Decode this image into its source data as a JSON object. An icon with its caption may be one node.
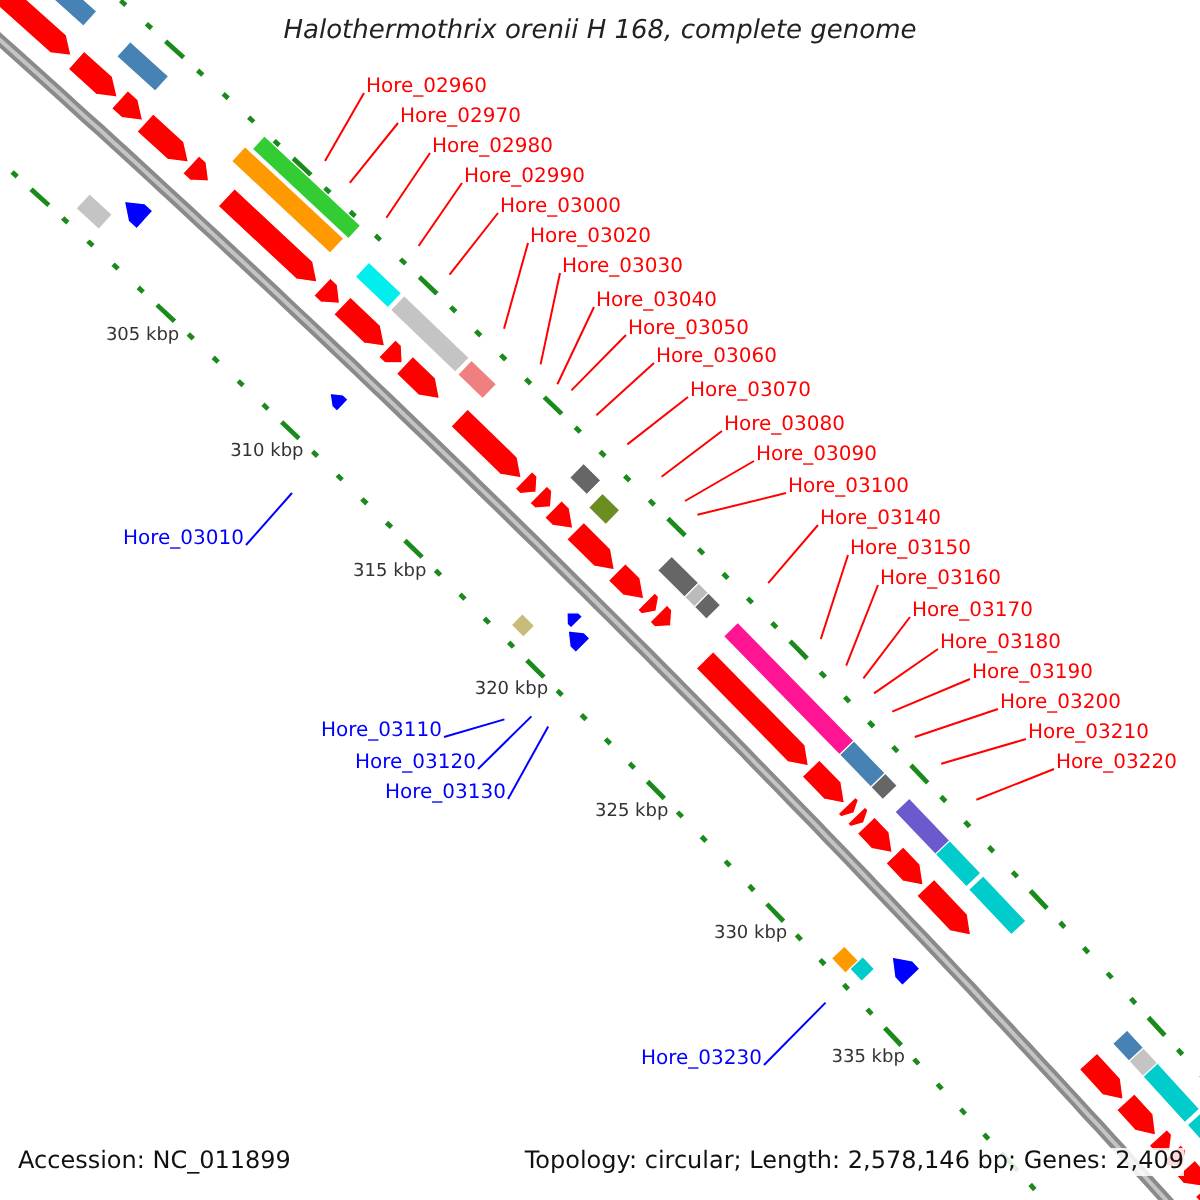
{
  "diagram": {
    "title": "Halothermothrix orenii H 168, complete genome",
    "nodes": [
      {
        "text": [
          "Hore_02960"
        ]
      },
      {
        "text": [
          "Hore_02970"
        ]
      },
      {
        "text": [
          "Hore_02980"
        ]
      },
      {
        "text": [
          "Hore_02990"
        ]
      },
      {
        "text": [
          "Hore_03000"
        ]
      },
      {
        "text": [
          "Hore_03020"
        ]
      },
      {
        "text": [
          "Hore_03030"
        ]
      },
      {
        "text": [
          "Hore_03040"
        ]
      },
      {
        "text": [
          "Hore_03050"
        ]
      },
      {
        "text": [
          "Hore_03060"
        ]
      },
      {
        "text": [
          "Hore_03070"
        ]
      },
      {
        "text": [
          "Hore_03080"
        ]
      },
      {
        "text": [
          "Hore_03090"
        ]
      },
      {
        "text": [
          "Hore_03100"
        ]
      },
      {
        "text": [
          "Hore_03140"
        ]
      },
      {
        "text": [
          "Hore_03150"
        ]
      },
      {
        "text": [
          "Hore_03160"
        ]
      },
      {
        "text": [
          "Hore_03170"
        ]
      },
      {
        "text": [
          "Hore_03180"
        ]
      },
      {
        "text": [
          "Hore_03190"
        ]
      },
      {
        "text": [
          "Hore_03200"
        ]
      },
      {
        "text": [
          "Hore_03210"
        ]
      },
      {
        "text": [
          "Hore_03220"
        ]
      },
      {
        "text": [
          "Hore_03010"
        ]
      },
      {
        "text": [
          "Hore_03110"
        ]
      },
      {
        "text": [
          "Hore_03120"
        ]
      },
      {
        "text": [
          "Hore_03130"
        ]
      },
      {
        "text": [
          "Hore_03230"
        ]
      }
    ],
    "edges": [
      {
        "from": 0,
        "to": null,
        "arrow": "none"
      },
      {
        "from": 1,
        "to": null,
        "arrow": "none"
      },
      {
        "from": 2,
        "to": null,
        "arrow": "none"
      },
      {
        "from": 3,
        "to": null,
        "arrow": "none"
      },
      {
        "from": 4,
        "to": null,
        "arrow": "none"
      },
      {
        "from": 5,
        "to": null,
        "arrow": "none"
      },
      {
        "from": 6,
        "to": null,
        "arrow": "none"
      },
      {
        "from": 7,
        "to": null,
        "arrow": "none"
      },
      {
        "from": 8,
        "to": null,
        "arrow": "none"
      },
      {
        "from": 9,
        "to": null,
        "arrow": "none"
      },
      {
        "from": 10,
        "to": null,
        "arrow": "none"
      },
      {
        "from": 11,
        "to": null,
        "arrow": "none"
      },
      {
        "from": 12,
        "to": null,
        "arrow": "none"
      },
      {
        "from": 13,
        "to": null,
        "arrow": "none"
      },
      {
        "from": 14,
        "to": null,
        "arrow": "none"
      },
      {
        "from": 15,
        "to": null,
        "arrow": "none"
      },
      {
        "from": 16,
        "to": null,
        "arrow": "none"
      },
      {
        "from": 17,
        "to": null,
        "arrow": "none"
      },
      {
        "from": 18,
        "to": null,
        "arrow": "none"
      },
      {
        "from": 19,
        "to": null,
        "arrow": "none"
      },
      {
        "from": 20,
        "to": null,
        "arrow": "none"
      },
      {
        "from": 21,
        "to": null,
        "arrow": "none"
      },
      {
        "from": 22,
        "to": null,
        "arrow": "none"
      },
      {
        "from": 23,
        "to": null,
        "arrow": "none",
        "color": "#0000ff"
      },
      {
        "from": 24,
        "to": null,
        "arrow": "none",
        "color": "#0000ff"
      },
      {
        "from": 25,
        "to": null,
        "arrow": "none",
        "color": "#0000ff"
      },
      {
        "from": 26,
        "to": null,
        "arrow": "none",
        "color": "#0000ff"
      },
      {
        "from": 27,
        "to": null,
        "arrow": "none",
        "color": "#0000ff"
      }
    ],
    "labels": [
      "305 kbp",
      "310 kbp",
      "315 kbp",
      "320 kbp",
      "325 kbp",
      "330 kbp",
      "335 kbp",
      "Accession: NC_011899",
      "Topology: circular; Length: 2,578,146 bp; Genes: 2,409"
    ]
  }
}
